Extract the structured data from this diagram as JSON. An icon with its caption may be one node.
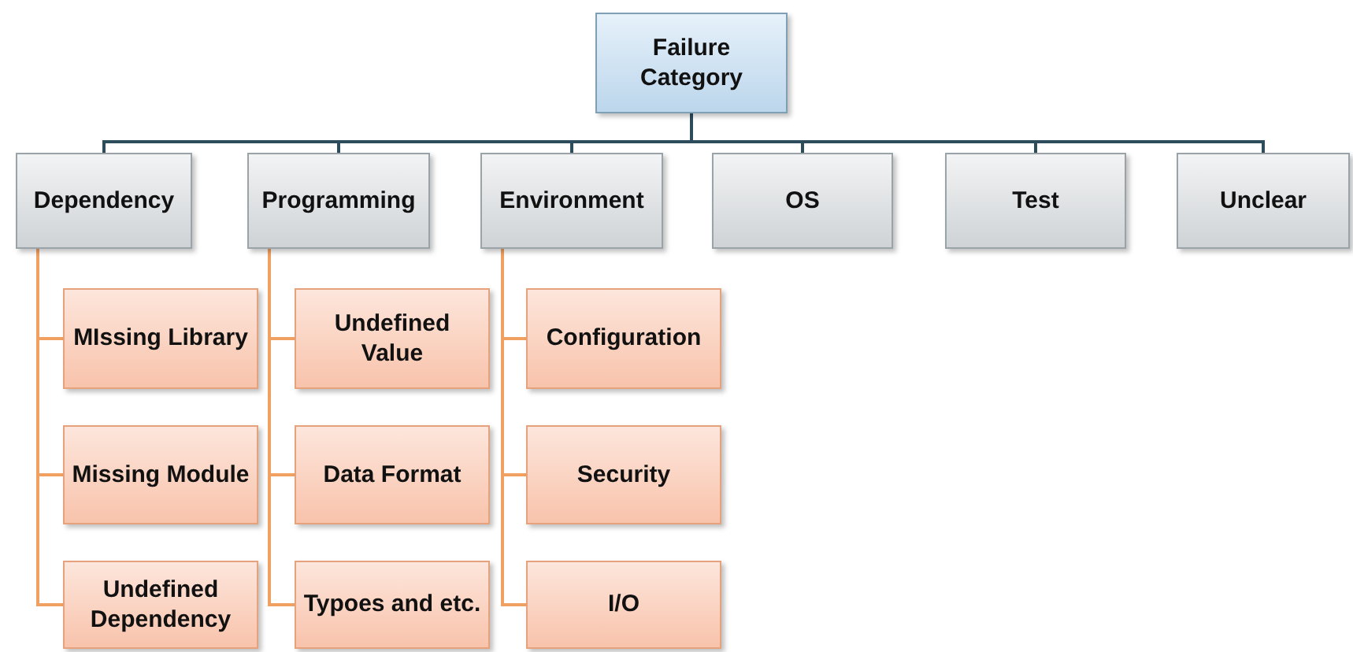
{
  "diagram": {
    "nodes": [
      {
        "text": [
          "Failure Category"
        ]
      },
      {
        "text": [
          "Dependency"
        ]
      },
      {
        "text": [
          "Programming"
        ]
      },
      {
        "text": [
          "Environment"
        ]
      },
      {
        "text": [
          "OS"
        ]
      },
      {
        "text": [
          "Test"
        ]
      },
      {
        "text": [
          "Unclear"
        ]
      },
      {
        "text": [
          "MIssing Library"
        ]
      },
      {
        "text": [
          "Missing Module"
        ]
      },
      {
        "text": [
          "Undefined Dependency"
        ]
      },
      {
        "text": [
          "Undefined Value"
        ]
      },
      {
        "text": [
          "Data Format"
        ]
      },
      {
        "text": [
          "Typoes and etc."
        ]
      },
      {
        "text": [
          "Configuration"
        ]
      },
      {
        "text": [
          "Security"
        ]
      },
      {
        "text": [
          "I/O"
        ]
      }
    ],
    "edges": [
      {
        "from": 0,
        "to": 1,
        "arrow": "none",
        "color": "#2e4d5c"
      },
      {
        "from": 0,
        "to": 2,
        "arrow": "none",
        "color": "#2e4d5c"
      },
      {
        "from": 0,
        "to": 3,
        "arrow": "none",
        "color": "#2e4d5c"
      },
      {
        "from": 0,
        "to": 4,
        "arrow": "none",
        "color": "#2e4d5c"
      },
      {
        "from": 0,
        "to": 5,
        "arrow": "none",
        "color": "#2e4d5c"
      },
      {
        "from": 0,
        "to": 6,
        "arrow": "none",
        "color": "#2e4d5c"
      },
      {
        "from": 1,
        "to": 7,
        "arrow": "none"
      },
      {
        "from": 1,
        "to": 8,
        "arrow": "none"
      },
      {
        "from": 1,
        "to": 9,
        "arrow": "none"
      },
      {
        "from": 2,
        "to": 10,
        "arrow": "none"
      },
      {
        "from": 2,
        "to": 11,
        "arrow": "none"
      },
      {
        "from": 2,
        "to": 12,
        "arrow": "none"
      },
      {
        "from": 3,
        "to": 13,
        "arrow": "none"
      },
      {
        "from": 3,
        "to": 14,
        "arrow": "none"
      },
      {
        "from": 3,
        "to": 15,
        "arrow": "none"
      }
    ]
  }
}
